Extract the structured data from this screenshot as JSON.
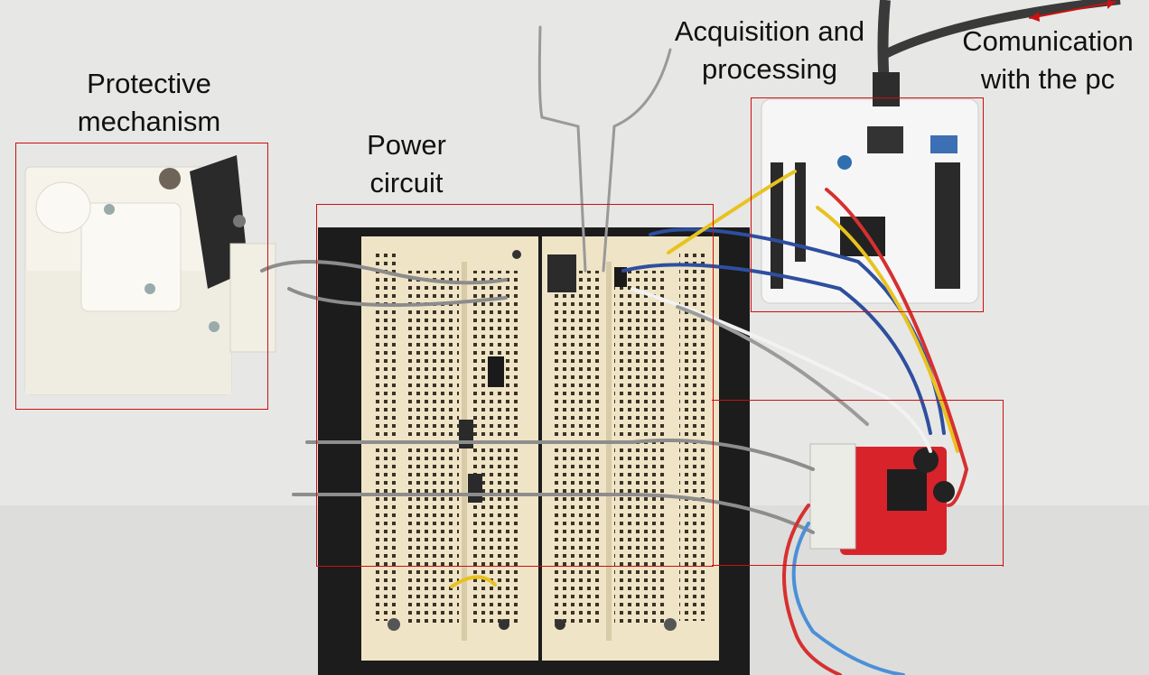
{
  "labels": {
    "protective": {
      "line1": "Protective",
      "line2": "mechanism"
    },
    "power": {
      "line1": "Power",
      "line2": "circuit"
    },
    "acquisition": {
      "line1": "Acquisition and",
      "line2": "processing"
    },
    "communication": {
      "line1": "Comunication",
      "line2": "with the pc"
    }
  },
  "colors": {
    "annotation": "#cc1010",
    "background": "#e6e6e4",
    "breadboard": "#f2e8cf",
    "base": "#1b1b1b",
    "driver_board": "#d8232a",
    "nucleo_board": "#f4f4f4"
  }
}
